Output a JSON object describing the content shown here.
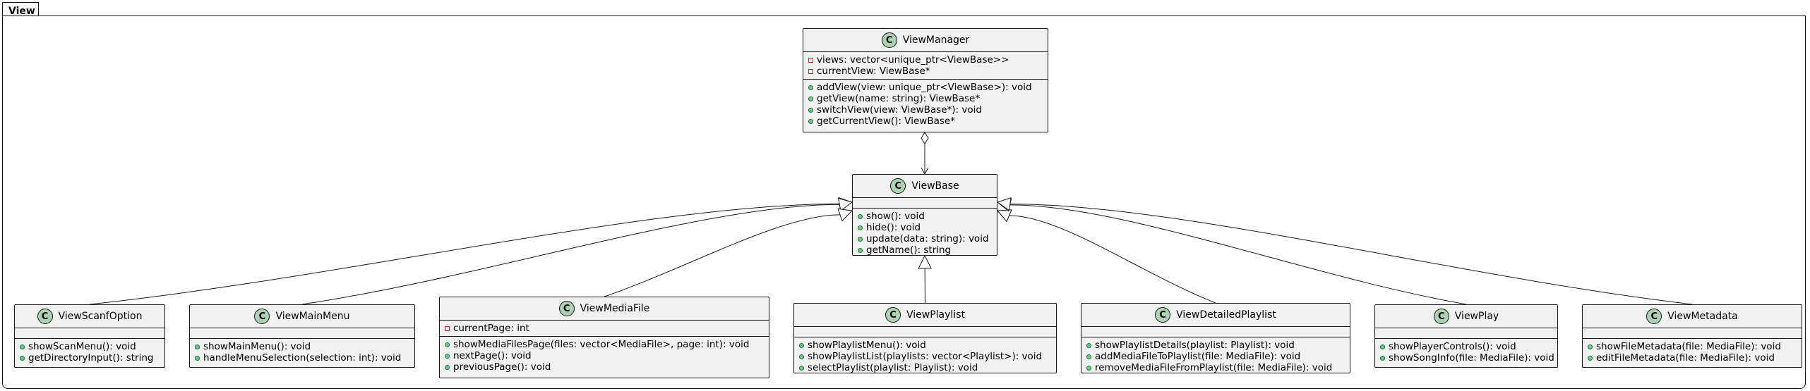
{
  "package": {
    "name": "View"
  },
  "classes": {
    "ViewManager": {
      "name": "ViewManager",
      "attributes": [
        {
          "vis": "private",
          "text": "views: vector<unique_ptr<ViewBase>>"
        },
        {
          "vis": "private",
          "text": "currentView: ViewBase*"
        }
      ],
      "operations": [
        {
          "vis": "public",
          "text": "addView(view: unique_ptr<ViewBase>): void"
        },
        {
          "vis": "public",
          "text": "getView(name: string): ViewBase*"
        },
        {
          "vis": "public",
          "text": "switchView(view: ViewBase*): void"
        },
        {
          "vis": "public",
          "text": "getCurrentView(): ViewBase*"
        }
      ]
    },
    "ViewBase": {
      "name": "ViewBase",
      "attributes": [],
      "operations": [
        {
          "vis": "public",
          "text": "show(): void"
        },
        {
          "vis": "public",
          "text": "hide(): void"
        },
        {
          "vis": "public",
          "text": "update(data: string): void"
        },
        {
          "vis": "public",
          "text": "getName(): string"
        }
      ]
    },
    "ViewScanfOption": {
      "name": "ViewScanfOption",
      "attributes": [],
      "operations": [
        {
          "vis": "public",
          "text": "showScanMenu(): void"
        },
        {
          "vis": "public",
          "text": "getDirectoryInput(): string"
        }
      ]
    },
    "ViewMainMenu": {
      "name": "ViewMainMenu",
      "attributes": [],
      "operations": [
        {
          "vis": "public",
          "text": "showMainMenu(): void"
        },
        {
          "vis": "public",
          "text": "handleMenuSelection(selection: int): void"
        }
      ]
    },
    "ViewMediaFile": {
      "name": "ViewMediaFile",
      "attributes": [
        {
          "vis": "private",
          "text": "currentPage: int"
        }
      ],
      "operations": [
        {
          "vis": "public",
          "text": "showMediaFilesPage(files: vector<MediaFile>, page: int): void"
        },
        {
          "vis": "public",
          "text": "nextPage(): void"
        },
        {
          "vis": "public",
          "text": "previousPage(): void"
        }
      ]
    },
    "ViewPlaylist": {
      "name": "ViewPlaylist",
      "attributes": [],
      "operations": [
        {
          "vis": "public",
          "text": "showPlaylistMenu(): void"
        },
        {
          "vis": "public",
          "text": "showPlaylistList(playlists: vector<Playlist>): void"
        },
        {
          "vis": "public",
          "text": "selectPlaylist(playlist: Playlist): void"
        }
      ]
    },
    "ViewDetailedPlaylist": {
      "name": "ViewDetailedPlaylist",
      "attributes": [],
      "operations": [
        {
          "vis": "public",
          "text": "showPlaylistDetails(playlist: Playlist): void"
        },
        {
          "vis": "public",
          "text": "addMediaFileToPlaylist(file: MediaFile): void"
        },
        {
          "vis": "public",
          "text": "removeMediaFileFromPlaylist(file: MediaFile): void"
        }
      ]
    },
    "ViewPlay": {
      "name": "ViewPlay",
      "attributes": [],
      "operations": [
        {
          "vis": "public",
          "text": "showPlayerControls(): void"
        },
        {
          "vis": "public",
          "text": "showSongInfo(file: MediaFile): void"
        }
      ]
    },
    "ViewMetadata": {
      "name": "ViewMetadata",
      "attributes": [],
      "operations": [
        {
          "vis": "public",
          "text": "showFileMetadata(file: MediaFile): void"
        },
        {
          "vis": "public",
          "text": "editFileMetadata(file: MediaFile): void"
        }
      ]
    }
  },
  "relations": [
    {
      "type": "aggregation",
      "from": "ViewManager",
      "to": "ViewBase"
    },
    {
      "type": "inheritance",
      "from": "ViewScanfOption",
      "to": "ViewBase"
    },
    {
      "type": "inheritance",
      "from": "ViewMainMenu",
      "to": "ViewBase"
    },
    {
      "type": "inheritance",
      "from": "ViewMediaFile",
      "to": "ViewBase"
    },
    {
      "type": "inheritance",
      "from": "ViewPlaylist",
      "to": "ViewBase"
    },
    {
      "type": "inheritance",
      "from": "ViewDetailedPlaylist",
      "to": "ViewBase"
    },
    {
      "type": "inheritance",
      "from": "ViewPlay",
      "to": "ViewBase"
    },
    {
      "type": "inheritance",
      "from": "ViewMetadata",
      "to": "ViewBase"
    }
  ],
  "icons": {
    "class_stereotype": "C",
    "class_icon_color": "#add1b2"
  }
}
